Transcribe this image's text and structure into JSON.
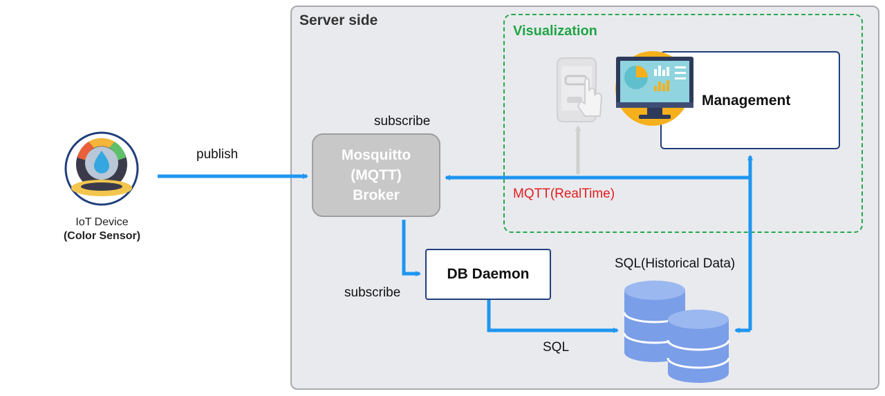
{
  "server": {
    "title": "Server side"
  },
  "visualization": {
    "title": "Visualization"
  },
  "broker": {
    "line1": "Mosquitto",
    "line2": "(MQTT)",
    "line3": "Broker"
  },
  "daemon": {
    "label": "DB Daemon"
  },
  "management": {
    "label": "Management"
  },
  "iot": {
    "label": "IoT Device",
    "sublabel": "(Color Sensor)"
  },
  "edges": {
    "publish": "publish",
    "subscribe_top": "subscribe",
    "subscribe_bottom": "subscribe",
    "sql": "SQL",
    "sql_historical": "SQL(Historical Data)",
    "mqtt_realtime": "MQTT(RealTime)"
  },
  "colors": {
    "arrow": "#1e96f0",
    "panel": "#e9eaee",
    "viz_border": "#22a84a",
    "mqtt_text": "#e11d1d",
    "broker_fill": "#c8c8c8",
    "node_border": "#1f3e7c",
    "db": "#7a9ee8"
  },
  "icons": {
    "iot": "color-sensor-icon",
    "phone": "phone-touch-icon",
    "monitor": "dashboard-monitor-icon",
    "database": "database-icon"
  }
}
